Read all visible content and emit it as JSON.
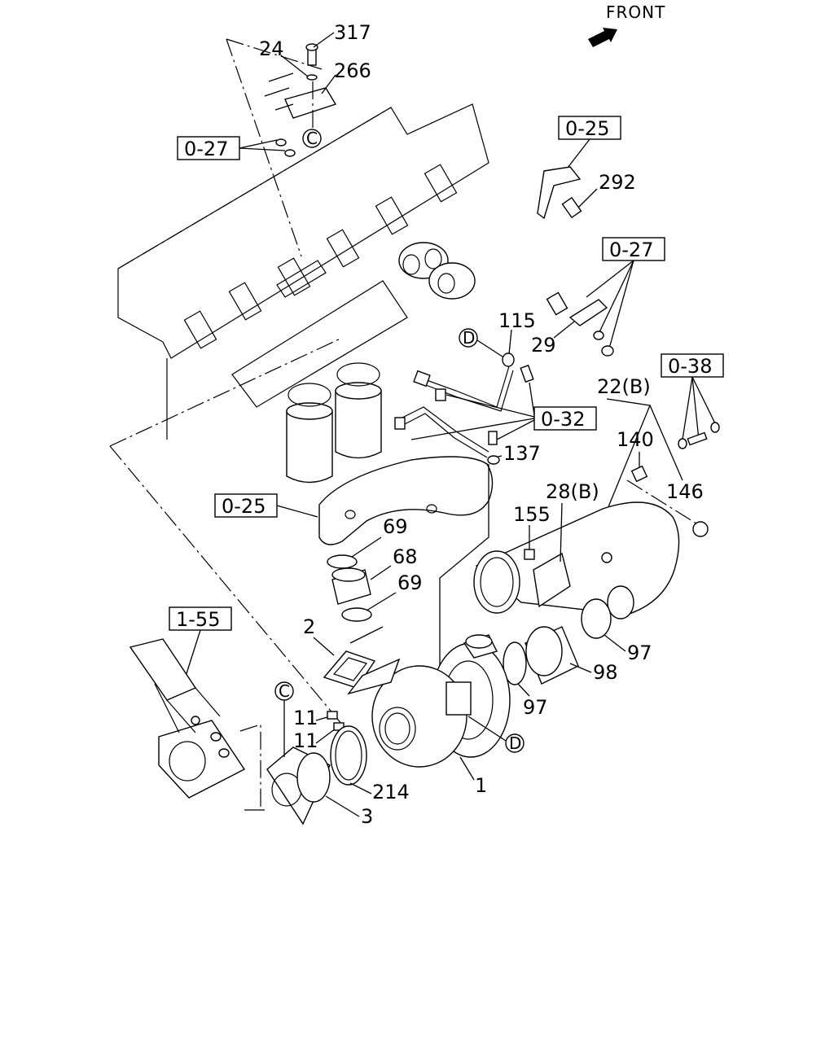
{
  "header": {
    "front_label": "FRONT"
  },
  "refs": {
    "r027a": "0-27",
    "r025a": "0-25",
    "r027b": "0-27",
    "r038": "0-38",
    "r032": "0-32",
    "r025b": "0-25",
    "r155": "1-55"
  },
  "callouts": {
    "c1": "C",
    "c2": "C",
    "d1": "D",
    "d2": "D"
  },
  "labels": {
    "p317": "317",
    "p24": "24",
    "p266": "266",
    "p292": "292",
    "p115": "115",
    "p29": "29",
    "p22b": "22(B)",
    "p140": "140",
    "p137": "137",
    "p146": "146",
    "p28b": "28(B)",
    "p155": "155",
    "p69a": "69",
    "p68": "68",
    "p69b": "69",
    "p2": "2",
    "p97a": "97",
    "p98": "98",
    "p97b": "97",
    "p11a": "11",
    "p11b": "11",
    "p214": "214",
    "p1": "1",
    "p3": "3"
  }
}
